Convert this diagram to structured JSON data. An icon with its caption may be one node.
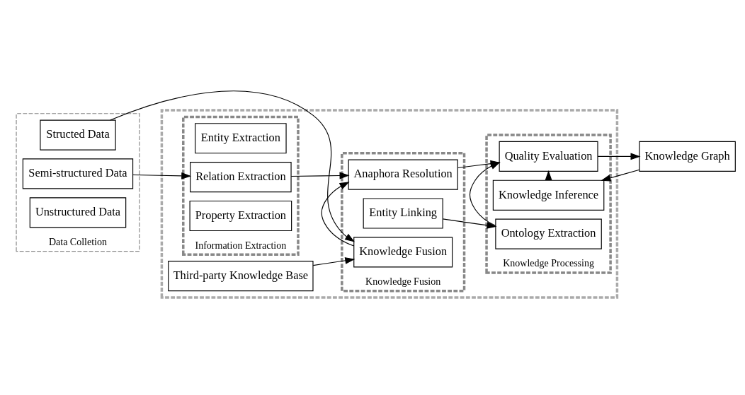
{
  "diagram": {
    "nodes": [
      {
        "text": [],
        "shape": "box"
      },
      {
        "text": [
          "Data Colletion"
        ]
      },
      {
        "text": [
          "Structed Data"
        ],
        "in": 1
      },
      {
        "text": [
          "Semi-structured Data"
        ],
        "in": 1
      },
      {
        "text": [
          "Unstructured Data"
        ],
        "in": 1
      },
      {
        "text": [
          "Information Extraction"
        ],
        "in": 0
      },
      {
        "text": [
          "Entity Extraction"
        ],
        "in": 5
      },
      {
        "text": [
          "Relation Extraction"
        ],
        "in": 5
      },
      {
        "text": [
          "Property Extraction"
        ],
        "in": 5
      },
      {
        "text": [
          "Third-party Knowledge Base"
        ],
        "in": 0
      },
      {
        "text": [
          "Knowledge Fusion"
        ],
        "in": 0
      },
      {
        "text": [
          "Knowledge Fusion"
        ],
        "in": 10
      },
      {
        "text": [
          "Anaphora Resolution"
        ],
        "in": 10
      },
      {
        "text": [
          "Entity Linking"
        ],
        "in": 10
      },
      {
        "text": [
          "Knowledge Processing"
        ],
        "in": 0
      },
      {
        "text": [
          "Knowledge Inference"
        ],
        "in": 14
      },
      {
        "text": [
          "Quality Evaluation"
        ],
        "in": 14
      },
      {
        "text": [
          "Ontology Extraction"
        ],
        "in": 14
      },
      {
        "text": [
          "Knowledge Graph"
        ]
      }
    ],
    "edges": [
      {
        "from": 2,
        "to": 11,
        "arrow": "to"
      },
      {
        "from": 9,
        "to": 11,
        "arrow": "to"
      },
      {
        "from": 11,
        "to": 12,
        "arrow": "to"
      },
      {
        "from": 3,
        "to": 7,
        "arrow": "to"
      },
      {
        "from": 7,
        "to": 12,
        "arrow": "to"
      },
      {
        "from": 12,
        "to": 16,
        "arrow": "to"
      },
      {
        "from": 13,
        "to": 17,
        "arrow": "to"
      },
      {
        "from": 15,
        "to": 16,
        "arrow": "to"
      },
      {
        "from": 17,
        "to": 16,
        "arrow": "to"
      },
      {
        "from": 16,
        "to": 18,
        "arrow": "to"
      },
      {
        "from": 18,
        "to": 15,
        "arrow": "to"
      }
    ]
  }
}
